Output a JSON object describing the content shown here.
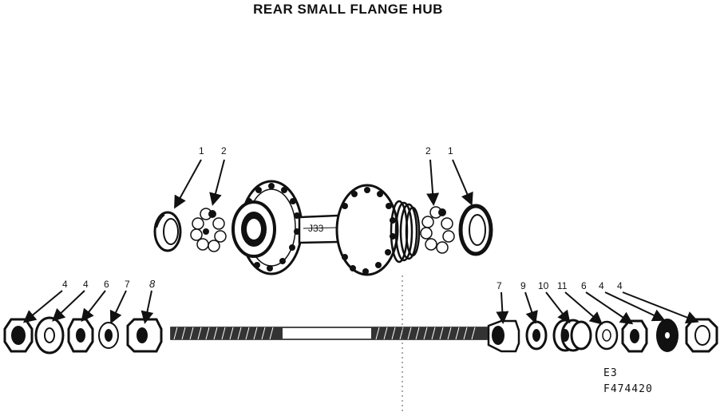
{
  "title": "REAR SMALL FLANGE HUB",
  "hub_labels": {
    "left_1": "1",
    "left_2": "2",
    "right_2": "2",
    "right_1": "1"
  },
  "axle_labels": {
    "left": [
      "4",
      "4",
      "6",
      "7",
      "8"
    ],
    "right": [
      "7",
      "9",
      "10",
      "11",
      "6",
      "4",
      "4"
    ]
  },
  "hub_stamp": "J33",
  "codes": {
    "line1": "E3",
    "line2": "F474420"
  }
}
